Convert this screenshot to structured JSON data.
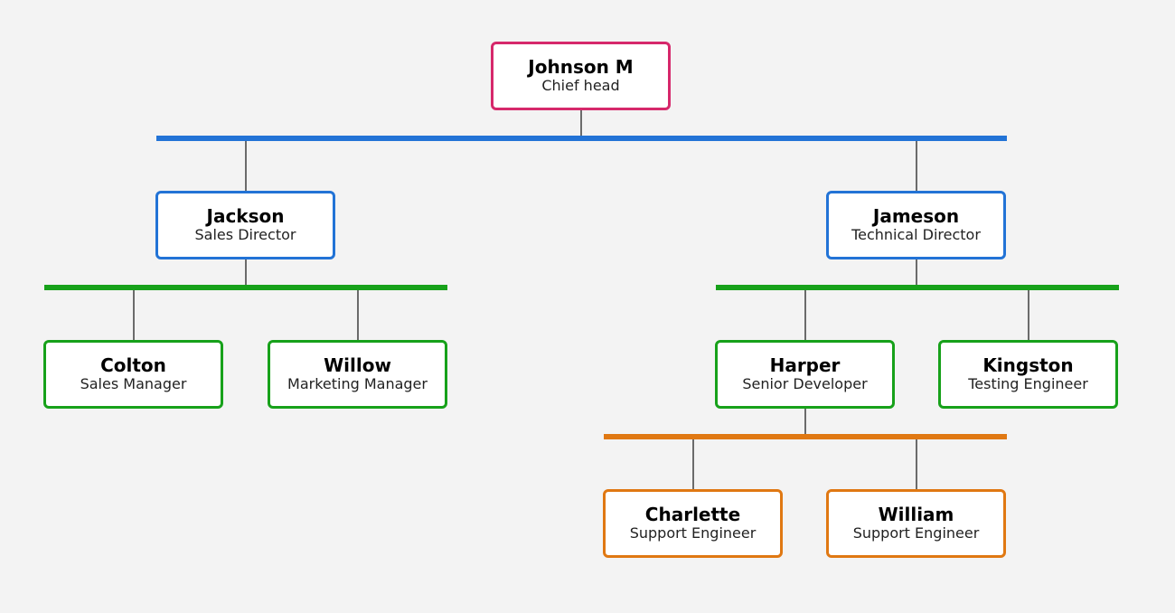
{
  "colors": {
    "level0": "#d6286b",
    "level1": "#2273d6",
    "level2": "#17a11a",
    "level3": "#e07812",
    "connector": "#6b6b6b",
    "background": "#f3f3f3"
  },
  "nodes": {
    "johnson": {
      "name": "Johnson M",
      "role": "Chief head"
    },
    "jackson": {
      "name": "Jackson",
      "role": "Sales Director"
    },
    "jameson": {
      "name": "Jameson",
      "role": "Technical Director"
    },
    "colton": {
      "name": "Colton",
      "role": "Sales Manager"
    },
    "willow": {
      "name": "Willow",
      "role": "Marketing Manager"
    },
    "harper": {
      "name": "Harper",
      "role": "Senior Developer"
    },
    "kingston": {
      "name": "Kingston",
      "role": "Testing Engineer"
    },
    "charlette": {
      "name": "Charlette",
      "role": "Support Engineer"
    },
    "william": {
      "name": "William",
      "role": "Support Engineer"
    }
  }
}
